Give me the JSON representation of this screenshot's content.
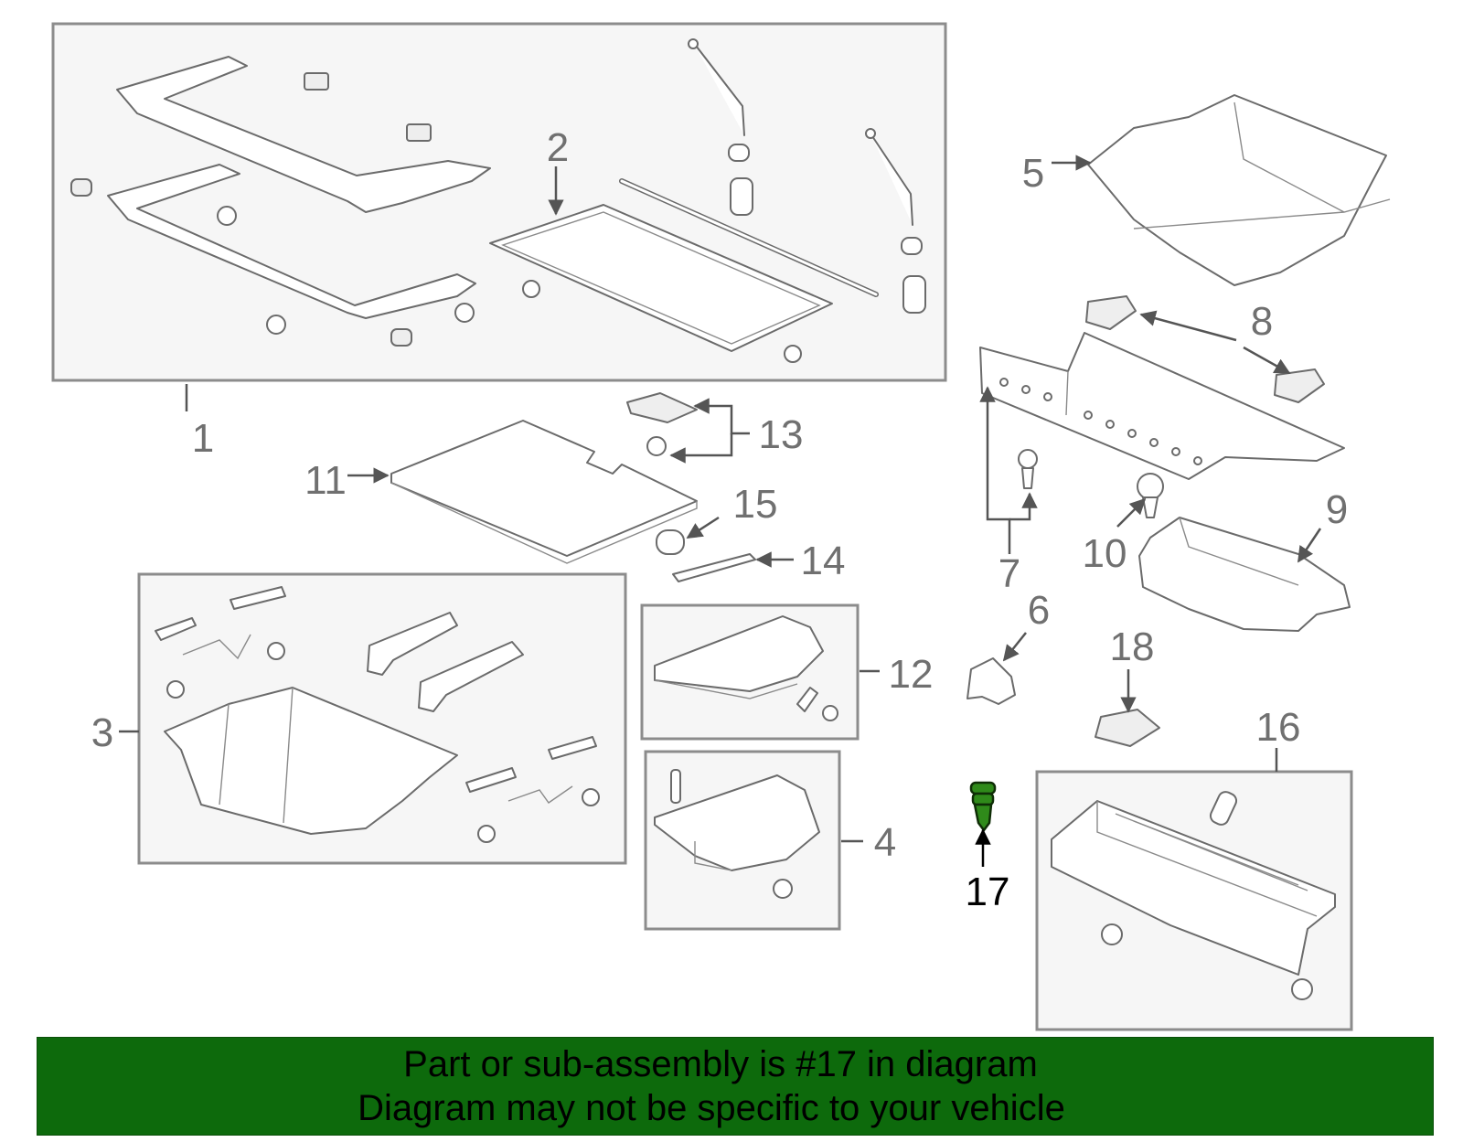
{
  "callouts": {
    "c1": "1",
    "c2": "2",
    "c3": "3",
    "c4": "4",
    "c5": "5",
    "c6": "6",
    "c7": "7",
    "c8": "8",
    "c9": "9",
    "c10": "10",
    "c11": "11",
    "c12": "12",
    "c13": "13",
    "c14": "14",
    "c15": "15",
    "c16": "16",
    "c17": "17",
    "c18": "18"
  },
  "highlight": {
    "part_number": "17",
    "color": "#2f8a1a"
  },
  "banner": {
    "line1": "Part or sub-assembly is #17 in diagram",
    "line2": "Diagram may not be specific to your vehicle",
    "color": "#0d6a0c"
  }
}
